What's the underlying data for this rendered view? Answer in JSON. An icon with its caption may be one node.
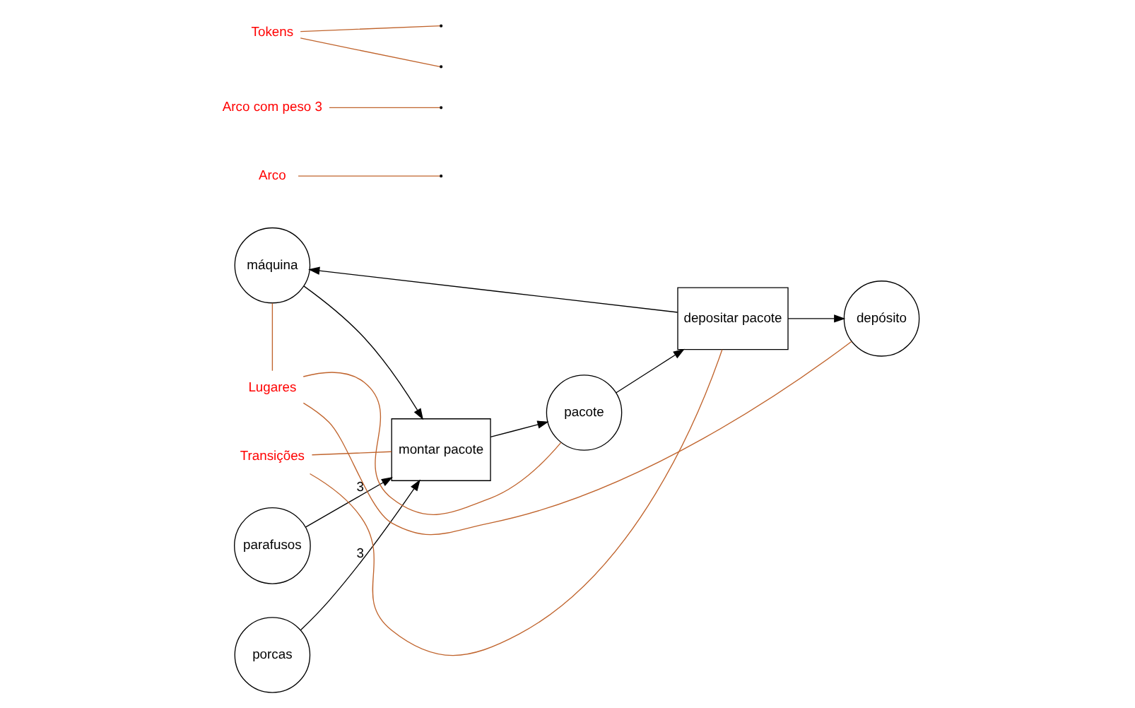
{
  "diagram": {
    "nodes": [
      {
        "text": [
          "máquina"
        ]
      },
      {
        "text": [
          "parafusos"
        ]
      },
      {
        "text": [
          "porcas"
        ]
      },
      {
        "text": [
          "pacote"
        ]
      },
      {
        "text": [
          "depósito"
        ]
      },
      {
        "text": [
          "montar pacote"
        ]
      },
      {
        "text": [
          "depositar pacote"
        ]
      },
      {
        "text": [
          "Arco"
        ]
      },
      {
        "text": [
          "Arco com peso 3"
        ]
      },
      {
        "text": [
          "Tokens"
        ]
      },
      {
        "text": [
          "Lugares"
        ]
      },
      {
        "text": [
          "Transições"
        ]
      }
    ],
    "edges": [
      {
        "from": 1,
        "to": 5,
        "arrow": "to",
        "label": "3",
        "color": "#000000"
      },
      {
        "from": 2,
        "to": 5,
        "arrow": "to",
        "label": "3",
        "color": "#000000"
      },
      {
        "from": 0,
        "to": 5,
        "arrow": "to",
        "color": "#000000"
      },
      {
        "from": 5,
        "to": 3,
        "arrow": "to",
        "color": "#000000"
      },
      {
        "from": 3,
        "to": 6,
        "arrow": "to",
        "color": "#000000"
      },
      {
        "from": 6,
        "to": 0,
        "arrow": "to",
        "color": "#000000"
      },
      {
        "from": 6,
        "to": 4,
        "arrow": "to",
        "color": "#000000"
      },
      {
        "from": 7,
        "to": null,
        "arrow": "none",
        "color": "#c0642d"
      },
      {
        "from": 8,
        "to": null,
        "arrow": "none",
        "color": "#c0642d"
      },
      {
        "from": 9,
        "to": null,
        "arrow": "none",
        "color": "#c0642d"
      },
      {
        "from": 9,
        "to": null,
        "arrow": "none",
        "color": "#c0642d"
      },
      {
        "from": 10,
        "to": 0,
        "arrow": "none",
        "color": "#c0642d"
      },
      {
        "from": 10,
        "to": 3,
        "arrow": "none",
        "color": "#c0642d"
      },
      {
        "from": 10,
        "to": 4,
        "arrow": "none",
        "color": "#c0642d"
      },
      {
        "from": 11,
        "to": 5,
        "arrow": "none",
        "color": "#c0642d"
      },
      {
        "from": 11,
        "to": 6,
        "arrow": "none",
        "color": "#c0642d"
      }
    ]
  }
}
